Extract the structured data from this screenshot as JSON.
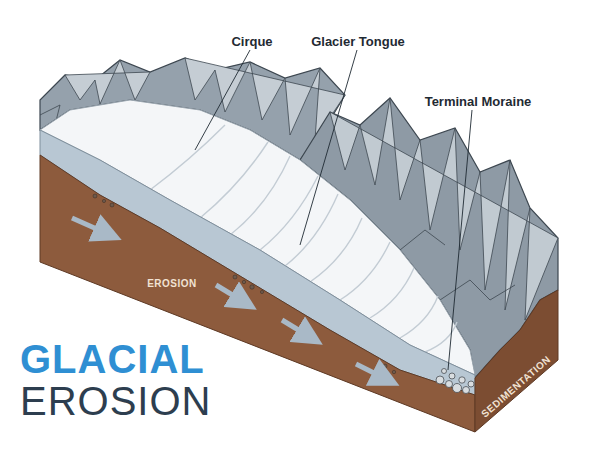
{
  "diagram": {
    "title": "GLACIAL EROSION",
    "labels": [
      "Cirque",
      "Glacier Tongue",
      "Terminal Moraine",
      "EROSION",
      "SEDIMENTATION"
    ]
  }
}
